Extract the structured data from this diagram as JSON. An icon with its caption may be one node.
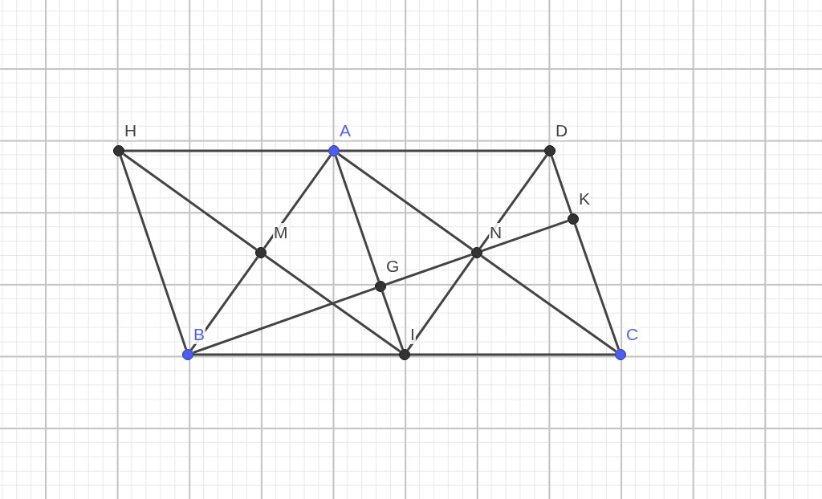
{
  "diagram": {
    "nodes": [
      {
        "text": [
          "H"
        ]
      },
      {
        "text": [
          "A"
        ]
      },
      {
        "text": [
          "D"
        ]
      },
      {
        "text": [
          "K"
        ]
      },
      {
        "text": [
          "M"
        ]
      },
      {
        "text": [
          "N"
        ]
      },
      {
        "text": [
          "G"
        ]
      },
      {
        "text": [
          "B"
        ]
      },
      {
        "text": [
          "I"
        ]
      },
      {
        "text": [
          "C"
        ]
      }
    ],
    "edges": [
      {
        "from": 0,
        "to": 1,
        "arrow": "none"
      },
      {
        "from": 1,
        "to": 2,
        "arrow": "none"
      },
      {
        "from": 0,
        "to": 7,
        "arrow": "none"
      },
      {
        "from": 0,
        "to": 4,
        "arrow": "none"
      },
      {
        "from": 4,
        "to": 8,
        "arrow": "none"
      },
      {
        "from": 1,
        "to": 4,
        "arrow": "none"
      },
      {
        "from": 4,
        "to": 7,
        "arrow": "none"
      },
      {
        "from": 1,
        "to": 6,
        "arrow": "none"
      },
      {
        "from": 6,
        "to": 8,
        "arrow": "none"
      },
      {
        "from": 1,
        "to": 5,
        "arrow": "none"
      },
      {
        "from": 5,
        "to": 9,
        "arrow": "none"
      },
      {
        "from": 2,
        "to": 5,
        "arrow": "none"
      },
      {
        "from": 5,
        "to": 8,
        "arrow": "none"
      },
      {
        "from": 2,
        "to": 3,
        "arrow": "none"
      },
      {
        "from": 3,
        "to": 9,
        "arrow": "none"
      },
      {
        "from": 7,
        "to": 6,
        "arrow": "none"
      },
      {
        "from": 6,
        "to": 5,
        "arrow": "none"
      },
      {
        "from": 5,
        "to": 3,
        "arrow": "none"
      },
      {
        "from": 7,
        "to": 8,
        "arrow": "none"
      },
      {
        "from": 8,
        "to": 9,
        "arrow": "none"
      }
    ]
  }
}
